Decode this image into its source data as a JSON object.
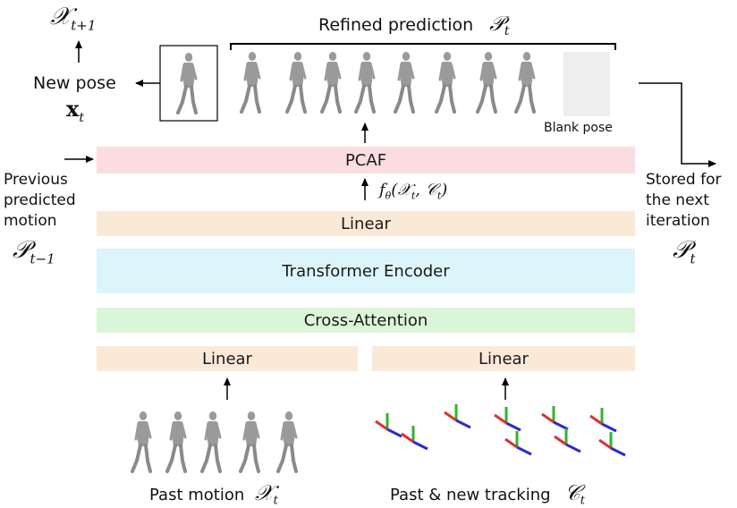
{
  "top": {
    "next_symbol": "𝒳",
    "next_sub": "t+1",
    "new_pose_label": "New pose",
    "new_pose_symbol": "x",
    "new_pose_sub": "t",
    "refined_label": "Refined prediction",
    "refined_symbol": "𝒫",
    "refined_sub": "t",
    "blank_pose_label": "Blank pose"
  },
  "left": {
    "line1": "Previous",
    "line2": "predicted",
    "line3": "motion",
    "symbol": "𝒫",
    "sub": "t−1"
  },
  "right": {
    "line1": "Stored for",
    "line2": "the next",
    "line3": "iteration",
    "symbol": "𝒫",
    "sub": "t"
  },
  "blocks": {
    "pcaf": "PCAF",
    "f_theta": "f",
    "f_theta_sub": "θ",
    "f_theta_args": "(𝒳",
    "f_theta_args_sub": "t",
    "f_theta_args2": ", 𝒞",
    "f_theta_args2_sub": "t",
    "f_theta_close": ")",
    "linear_top": "Linear",
    "transformer": "Transformer Encoder",
    "cross_attention": "Cross-Attention",
    "linear_left": "Linear",
    "linear_right": "Linear"
  },
  "bottom": {
    "past_motion_label": "Past motion",
    "past_motion_symbol": "𝒳",
    "past_motion_sub": "t",
    "tracking_label": "Past & new tracking",
    "tracking_symbol": "𝒞",
    "tracking_sub": "t"
  },
  "colors": {
    "pcaf": "#fbdde0",
    "linear": "#fbe9d7",
    "transformer": "#dcf5fa",
    "cross_attention": "#dbf5d9",
    "blank_pose": "#eeeeee",
    "figure": "#9a9a9a",
    "axis_red": "#e03030",
    "axis_green": "#2db52d",
    "axis_blue": "#2b2bd0"
  }
}
